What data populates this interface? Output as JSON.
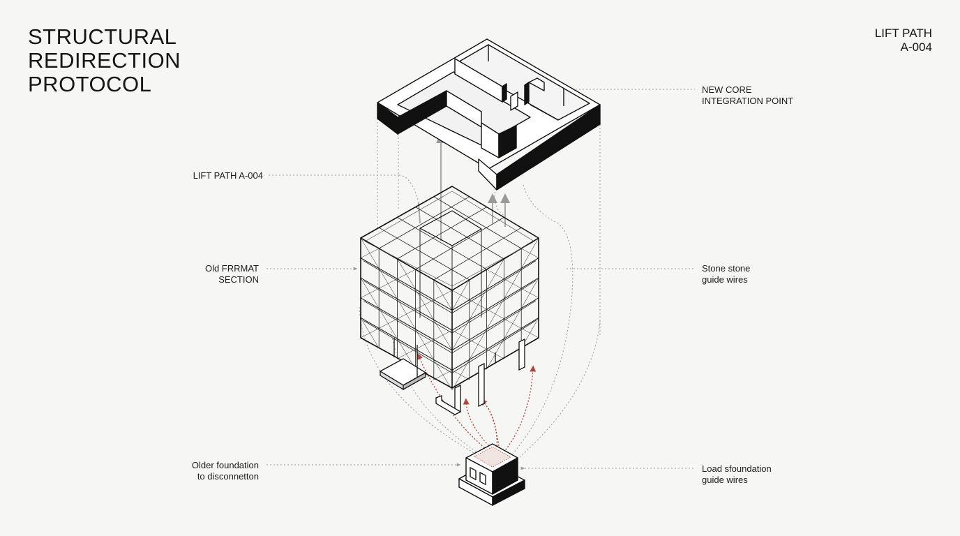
{
  "title": {
    "lines": [
      "STRUCTURAL",
      "REDIRECTION",
      "PROTOCOL"
    ]
  },
  "corner_tag": {
    "lines": [
      "LIFT PATH",
      "A-004"
    ]
  },
  "callouts": {
    "new_core": {
      "lines": [
        "NEW CORE",
        "INTEGRATION POINT"
      ]
    },
    "lift_path": {
      "lines": [
        "LIFT PATH A-004"
      ]
    },
    "old_frame": {
      "lines": [
        "Old FRRMAT",
        "SECTION"
      ]
    },
    "guide_wires_mid": {
      "lines": [
        "Stone stone",
        "guide wires"
      ]
    },
    "old_foundation": {
      "lines": [
        "Older foundation",
        "to disconnetton"
      ]
    },
    "load_foundation": {
      "lines": [
        "Load sfoundation",
        "guide wires"
      ]
    }
  },
  "colors": {
    "ink": "#111111",
    "guide": "#9a9a9a",
    "accent": "#b0473a",
    "background": "#f6f6f4"
  }
}
